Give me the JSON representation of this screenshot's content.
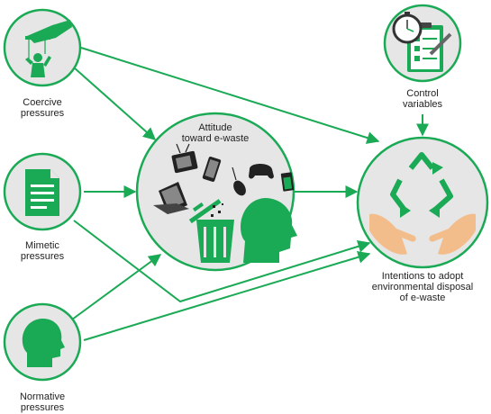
{
  "colors": {
    "accent": "#1aaa55",
    "circle_fill": "#e6e6e6",
    "icon_dark": "#222222",
    "hand": "#f3bd8b"
  },
  "nodes": {
    "coercive": {
      "label_lines": [
        "Coercive",
        "pressures"
      ],
      "icon": "puppet-hand-icon"
    },
    "mimetic": {
      "label_lines": [
        "Mimetic",
        "pressures"
      ],
      "icon": "document-icon"
    },
    "normative": {
      "label_lines": [
        "Normative",
        "pressures"
      ],
      "icon": "head-icon"
    },
    "attitude": {
      "label_lines": [
        "Attitude",
        "toward e-waste"
      ],
      "icon": "e-waste-icon"
    },
    "control": {
      "label_lines": [
        "Control",
        "variables"
      ],
      "icon": "stopwatch-clipboard-icon"
    },
    "intentions": {
      "label_lines": [
        "Intentions to adopt",
        "environmental disposal",
        "of e-waste"
      ],
      "icon": "recycle-hands-icon"
    }
  }
}
